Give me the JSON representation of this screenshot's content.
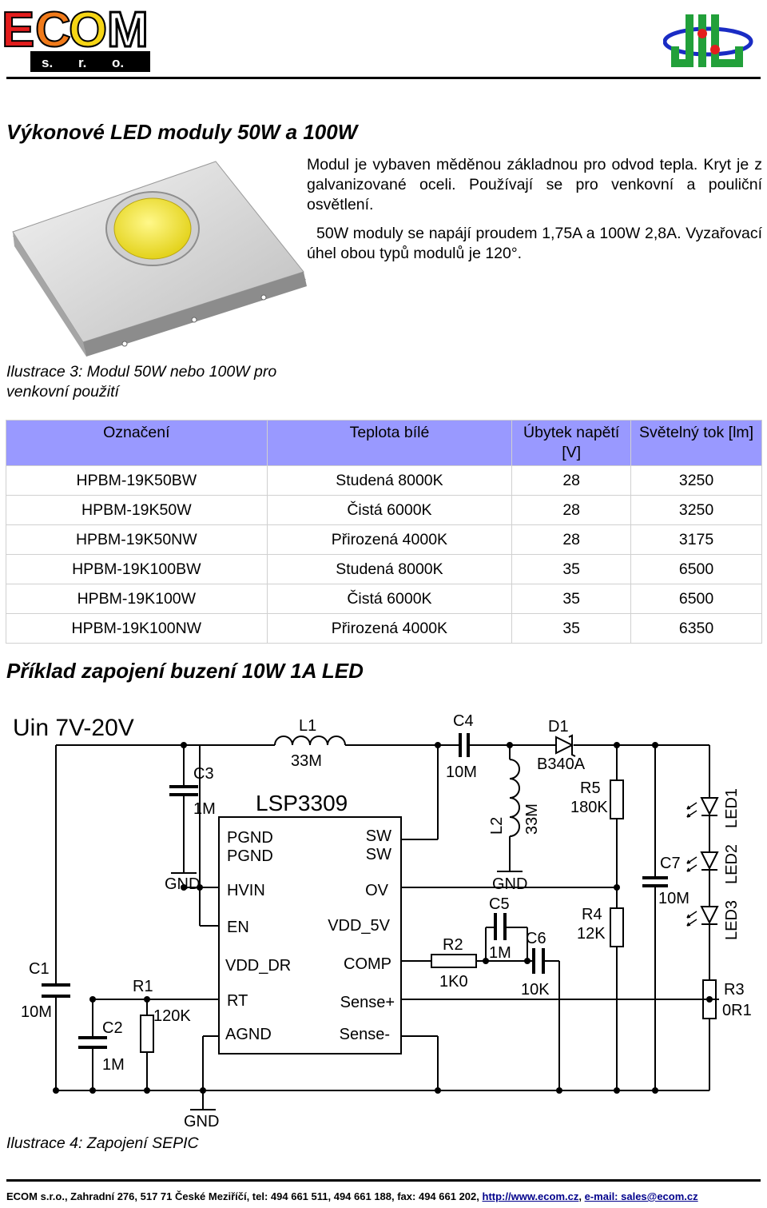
{
  "header": {
    "logo_left": {
      "letters": [
        "E",
        "C",
        "O",
        "M"
      ],
      "sub": [
        "s.",
        "r.",
        "o."
      ]
    }
  },
  "title": "Výkonové LED moduly 50W a 100W",
  "description": [
    "Modul je vybaven měděnou základnou pro odvod tepla. Kryt je z galvanizované oceli. Používají se pro venkovní a pouliční osvětlení.",
    "50W moduly se napájí proudem 1,75A a 100W 2,8A. Vyzařovací úhel obou typů modulů je 120°."
  ],
  "figure3_caption": "Ilustrace 3: Modul 50W nebo 100W pro venkovní použití",
  "table": {
    "headers": [
      "Označení",
      "Teplota bílé",
      "Úbytek napětí [V]",
      "Světelný tok [lm]"
    ],
    "rows": [
      [
        "HPBM-19K50BW",
        "Studená 8000K",
        "28",
        "3250"
      ],
      [
        "HPBM-19K50W",
        "Čistá 6000K",
        "28",
        "3250"
      ],
      [
        "HPBM-19K50NW",
        "Přirozená 4000K",
        "28",
        "3175"
      ],
      [
        "HPBM-19K100BW",
        "Studená 8000K",
        "35",
        "6500"
      ],
      [
        "HPBM-19K100W",
        "Čistá 6000K",
        "35",
        "6500"
      ],
      [
        "HPBM-19K100NW",
        "Přirozená 4000K",
        "35",
        "6350"
      ]
    ]
  },
  "subtitle": "Příklad zapojení buzení 10W 1A LED",
  "schematic": {
    "input": "Uin 7V-20V",
    "ic": "LSP3309",
    "pins_left": [
      "PGND",
      "PGND",
      "HVIN",
      "EN",
      "VDD_DR",
      "RT",
      "AGND"
    ],
    "pins_right": [
      "SW",
      "SW",
      "OV",
      "VDD_5V",
      "COMP",
      "Sense+",
      "Sense-"
    ],
    "components": {
      "L1": "L1",
      "L1v": "33M",
      "C4": "C4",
      "C4v": "10M",
      "D1": "D1",
      "D1v": "B340A",
      "C3": "C3",
      "C3v": "1M",
      "L2": "L2",
      "L2v": "33M",
      "R5": "R5",
      "R5v": "180K",
      "C7": "C7",
      "C7v": "10M",
      "LED1": "LED1",
      "LED2": "LED2",
      "LED3": "LED3",
      "C5": "C5",
      "C5v": "1M",
      "C6": "C6",
      "C6v": "10K",
      "R4": "R4",
      "R4v": "12K",
      "R2": "R2",
      "R2v": "1K0",
      "R3": "R3",
      "R3v": "0R1",
      "C1": "C1",
      "C1v": "10M",
      "R1": "R1",
      "R1v": "120K",
      "C2": "C2",
      "C2v": "1M",
      "gnd": "GND"
    }
  },
  "figure4_caption": "Ilustrace 4: Zapojení SEPIC",
  "footer": {
    "text": "ECOM s.r.o., Zahradní 276, 517 71 České Meziříčí, tel: 494 661 511, 494 661 188, fax: 494 661 202,",
    "url": "http://www.ecom.cz",
    "sep": ",",
    "email": "e-mail: sales@ecom.cz"
  }
}
